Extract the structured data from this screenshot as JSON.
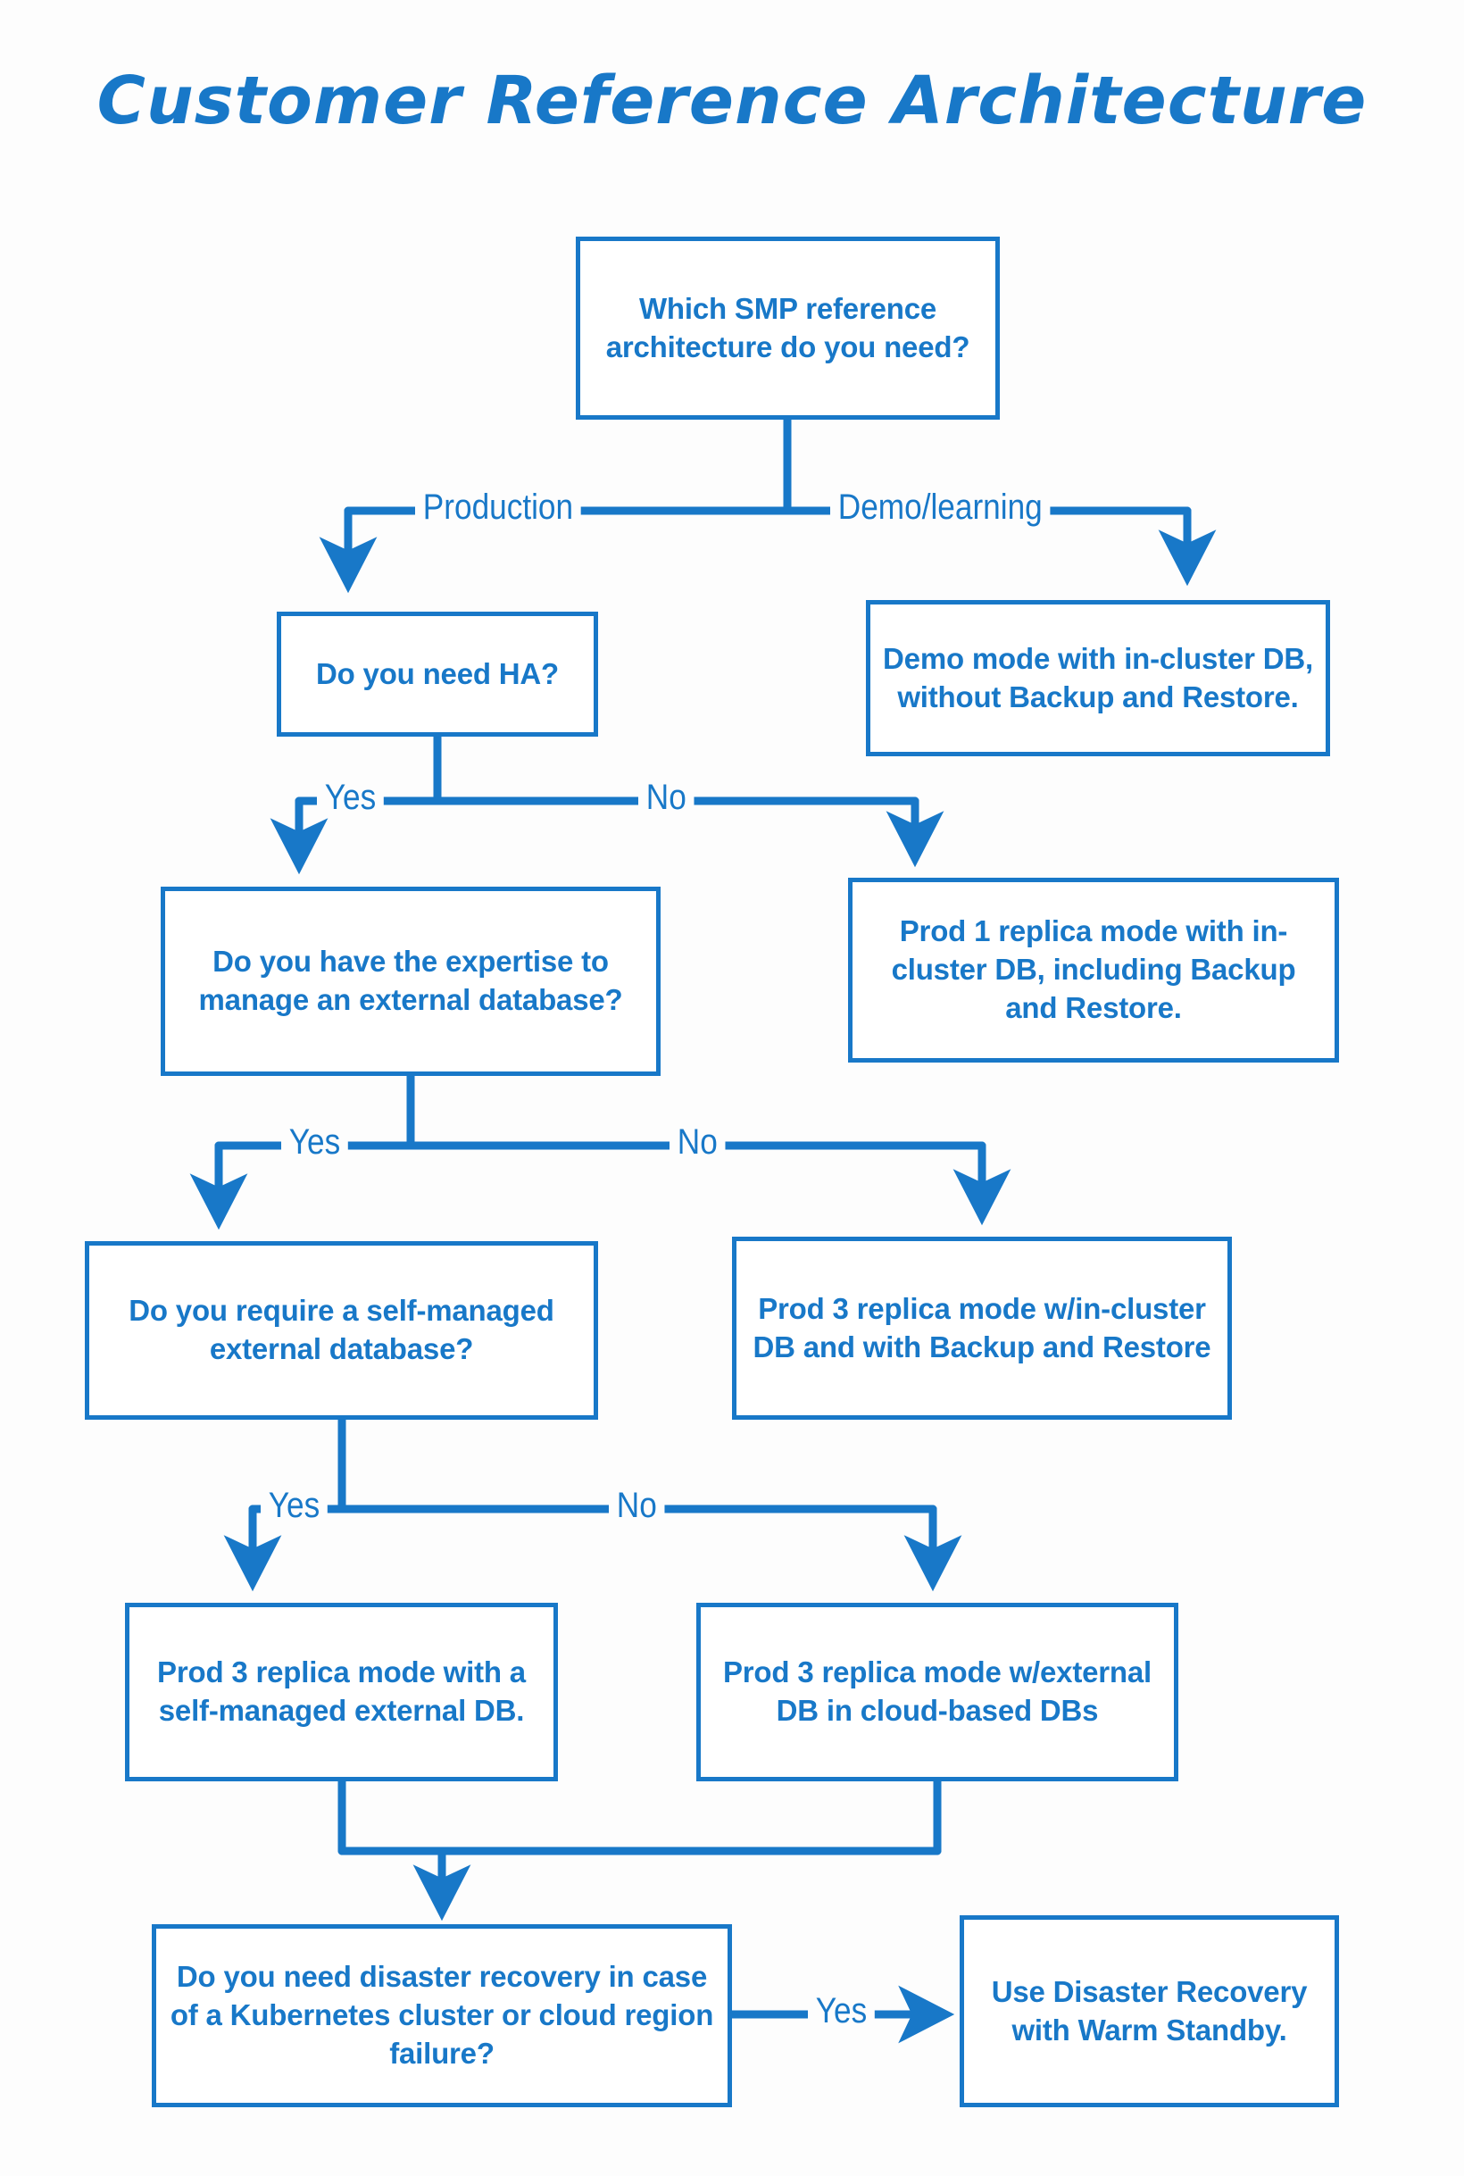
{
  "title": "Customer Reference Architecture",
  "theme": {
    "accent": "#1878c8",
    "background": "#fdfdfd",
    "node_fill": "#ffffff"
  },
  "diagram": {
    "type": "flowchart",
    "nodes": [
      {
        "id": "q-which",
        "kind": "decision",
        "text": "Which SMP reference architecture do you need?"
      },
      {
        "id": "q-ha",
        "kind": "decision",
        "text": "Do you need HA?"
      },
      {
        "id": "r-demo",
        "kind": "result",
        "text": "Demo mode with in-cluster DB, without Backup and Restore."
      },
      {
        "id": "q-expertise",
        "kind": "decision",
        "text": "Do you have the expertise to manage an external database?"
      },
      {
        "id": "r-prod1",
        "kind": "result",
        "text": "Prod 1 replica mode with in-cluster DB, including Backup and Restore."
      },
      {
        "id": "q-selfmanaged",
        "kind": "decision",
        "text": "Do you require a self-managed external database?"
      },
      {
        "id": "r-prod3-incl",
        "kind": "result",
        "text": "Prod 3 replica mode w/in-cluster DB and with Backup and Restore"
      },
      {
        "id": "r-prod3-self",
        "kind": "result",
        "text": "Prod 3 replica mode with a self-managed external DB."
      },
      {
        "id": "r-prod3-cloud",
        "kind": "result",
        "text": "Prod 3 replica mode w/external DB in cloud-based DBs"
      },
      {
        "id": "q-dr",
        "kind": "decision",
        "text": "Do you need disaster recovery in case of a Kubernetes cluster or cloud region failure?"
      },
      {
        "id": "r-warmstandby",
        "kind": "result",
        "text": "Use Disaster Recovery with Warm Standby."
      }
    ],
    "edges": [
      {
        "from": "q-which",
        "to": "q-ha",
        "label": "Production"
      },
      {
        "from": "q-which",
        "to": "r-demo",
        "label": "Demo/learning"
      },
      {
        "from": "q-ha",
        "to": "q-expertise",
        "label": "Yes"
      },
      {
        "from": "q-ha",
        "to": "r-prod1",
        "label": "No"
      },
      {
        "from": "q-expertise",
        "to": "q-selfmanaged",
        "label": "Yes"
      },
      {
        "from": "q-expertise",
        "to": "r-prod3-incl",
        "label": "No"
      },
      {
        "from": "q-selfmanaged",
        "to": "r-prod3-self",
        "label": "Yes"
      },
      {
        "from": "q-selfmanaged",
        "to": "r-prod3-cloud",
        "label": "No"
      },
      {
        "from": "r-prod3-self",
        "to": "q-dr",
        "label": ""
      },
      {
        "from": "r-prod3-cloud",
        "to": "q-dr",
        "label": ""
      },
      {
        "from": "q-dr",
        "to": "r-warmstandby",
        "label": "Yes"
      }
    ],
    "edge_labels": {
      "production": "Production",
      "demo_learning": "Demo/learning",
      "ha_yes": "Yes",
      "ha_no": "No",
      "expertise_yes": "Yes",
      "expertise_no": "No",
      "selfmanaged_yes": "Yes",
      "selfmanaged_no": "No",
      "dr_yes": "Yes"
    }
  }
}
